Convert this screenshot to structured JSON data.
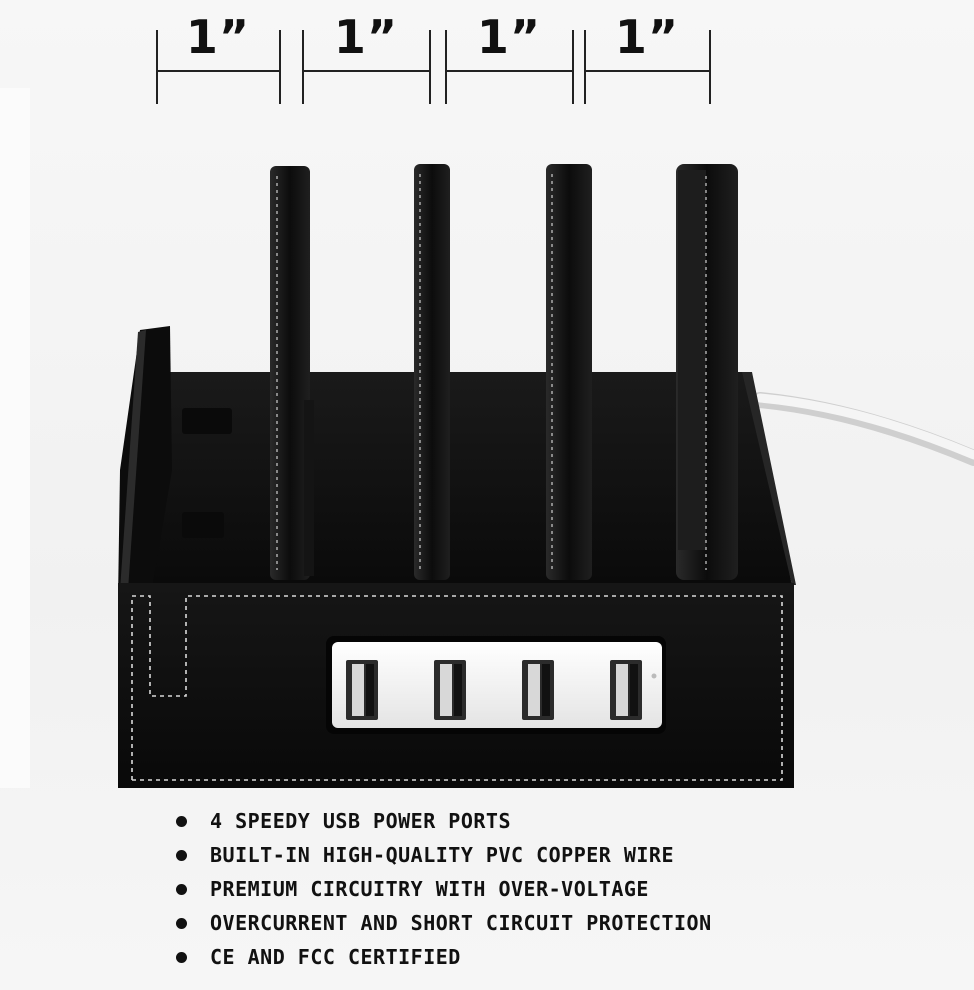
{
  "dimensions": {
    "labels": [
      "1”",
      "1”",
      "1”",
      "1”"
    ]
  },
  "product": {
    "usb_port_count": 4,
    "colors": {
      "leather": "#0e0e0e",
      "stitching": "#d9d9d9",
      "port_panel": "#f2f2f2",
      "cable": "#e6e6e6"
    }
  },
  "features": [
    "4 SPEEDY USB POWER PORTS",
    "BUILT-IN HIGH-QUALITY PVC COPPER WIRE",
    "PREMIUM CIRCUITRY WITH OVER-VOLTAGE",
    "OVERCURRENT AND SHORT CIRCUIT PROTECTION",
    "CE AND FCC CERTIFIED"
  ]
}
